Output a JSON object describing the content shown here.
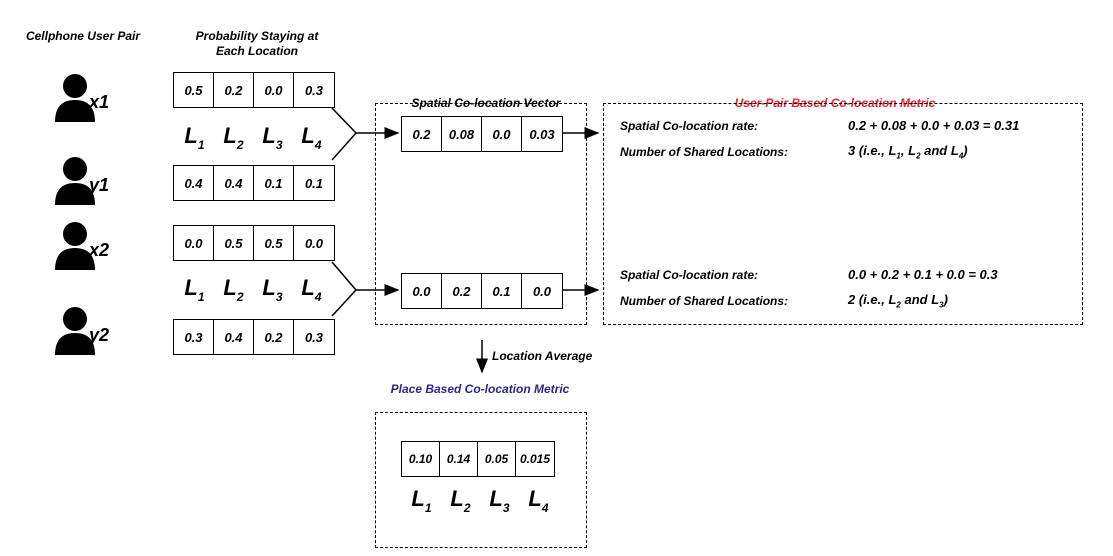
{
  "headers": {
    "user_pair": "Cellphone User Pair",
    "probability": [
      "Probability Staying at",
      "Each Location"
    ],
    "spatial_vector": "Spatial Co-location Vector",
    "user_pair_metric": "User-Pair Based Co-location Metric",
    "place_metric": "Place Based Co-location Metric",
    "location_average": "Location Average"
  },
  "colors": {
    "user_pair_metric": "#e8202a",
    "place_metric": "#2a2a86"
  },
  "icon": "person-icon",
  "users": [
    {
      "label": "x1",
      "probs": [
        "0.5",
        "0.2",
        "0.0",
        "0.3"
      ]
    },
    {
      "label": "y1",
      "probs": [
        "0.4",
        "0.4",
        "0.1",
        "0.1"
      ]
    },
    {
      "label": "x2",
      "probs": [
        "0.0",
        "0.5",
        "0.5",
        "0.0"
      ]
    },
    {
      "label": "y2",
      "probs": [
        "0.3",
        "0.4",
        "0.2",
        "0.3"
      ]
    }
  ],
  "locations": [
    {
      "base": "L",
      "sub": "1"
    },
    {
      "base": "L",
      "sub": "2"
    },
    {
      "base": "L",
      "sub": "3"
    },
    {
      "base": "L",
      "sub": "4"
    }
  ],
  "vectors": [
    [
      "0.2",
      "0.08",
      "0.0",
      "0.03"
    ],
    [
      "0.0",
      "0.2",
      "0.1",
      "0.0"
    ]
  ],
  "metrics": [
    {
      "rate_label": "Spatial Co-location rate:",
      "rate_value": "0.2 + 0.08 + 0.0 + 0.03 = 0.31",
      "shared_label": "Number of Shared Locations:",
      "shared_prefix": "3 (i.e., ",
      "shared_locs": [
        "L",
        "1",
        ", ",
        "L",
        "2",
        " and ",
        "L",
        "4",
        ")"
      ]
    },
    {
      "rate_label": "Spatial Co-location rate:",
      "rate_value": "0.0 + 0.2 + 0.1 + 0.0 = 0.3",
      "shared_label": "Number of Shared Locations:",
      "shared_prefix": "2 (i.e., ",
      "shared_locs": [
        "L",
        "2",
        " and ",
        "L",
        "3",
        ")"
      ]
    }
  ],
  "place_values": [
    "0.10",
    "0.14",
    "0.05",
    "0.015"
  ]
}
